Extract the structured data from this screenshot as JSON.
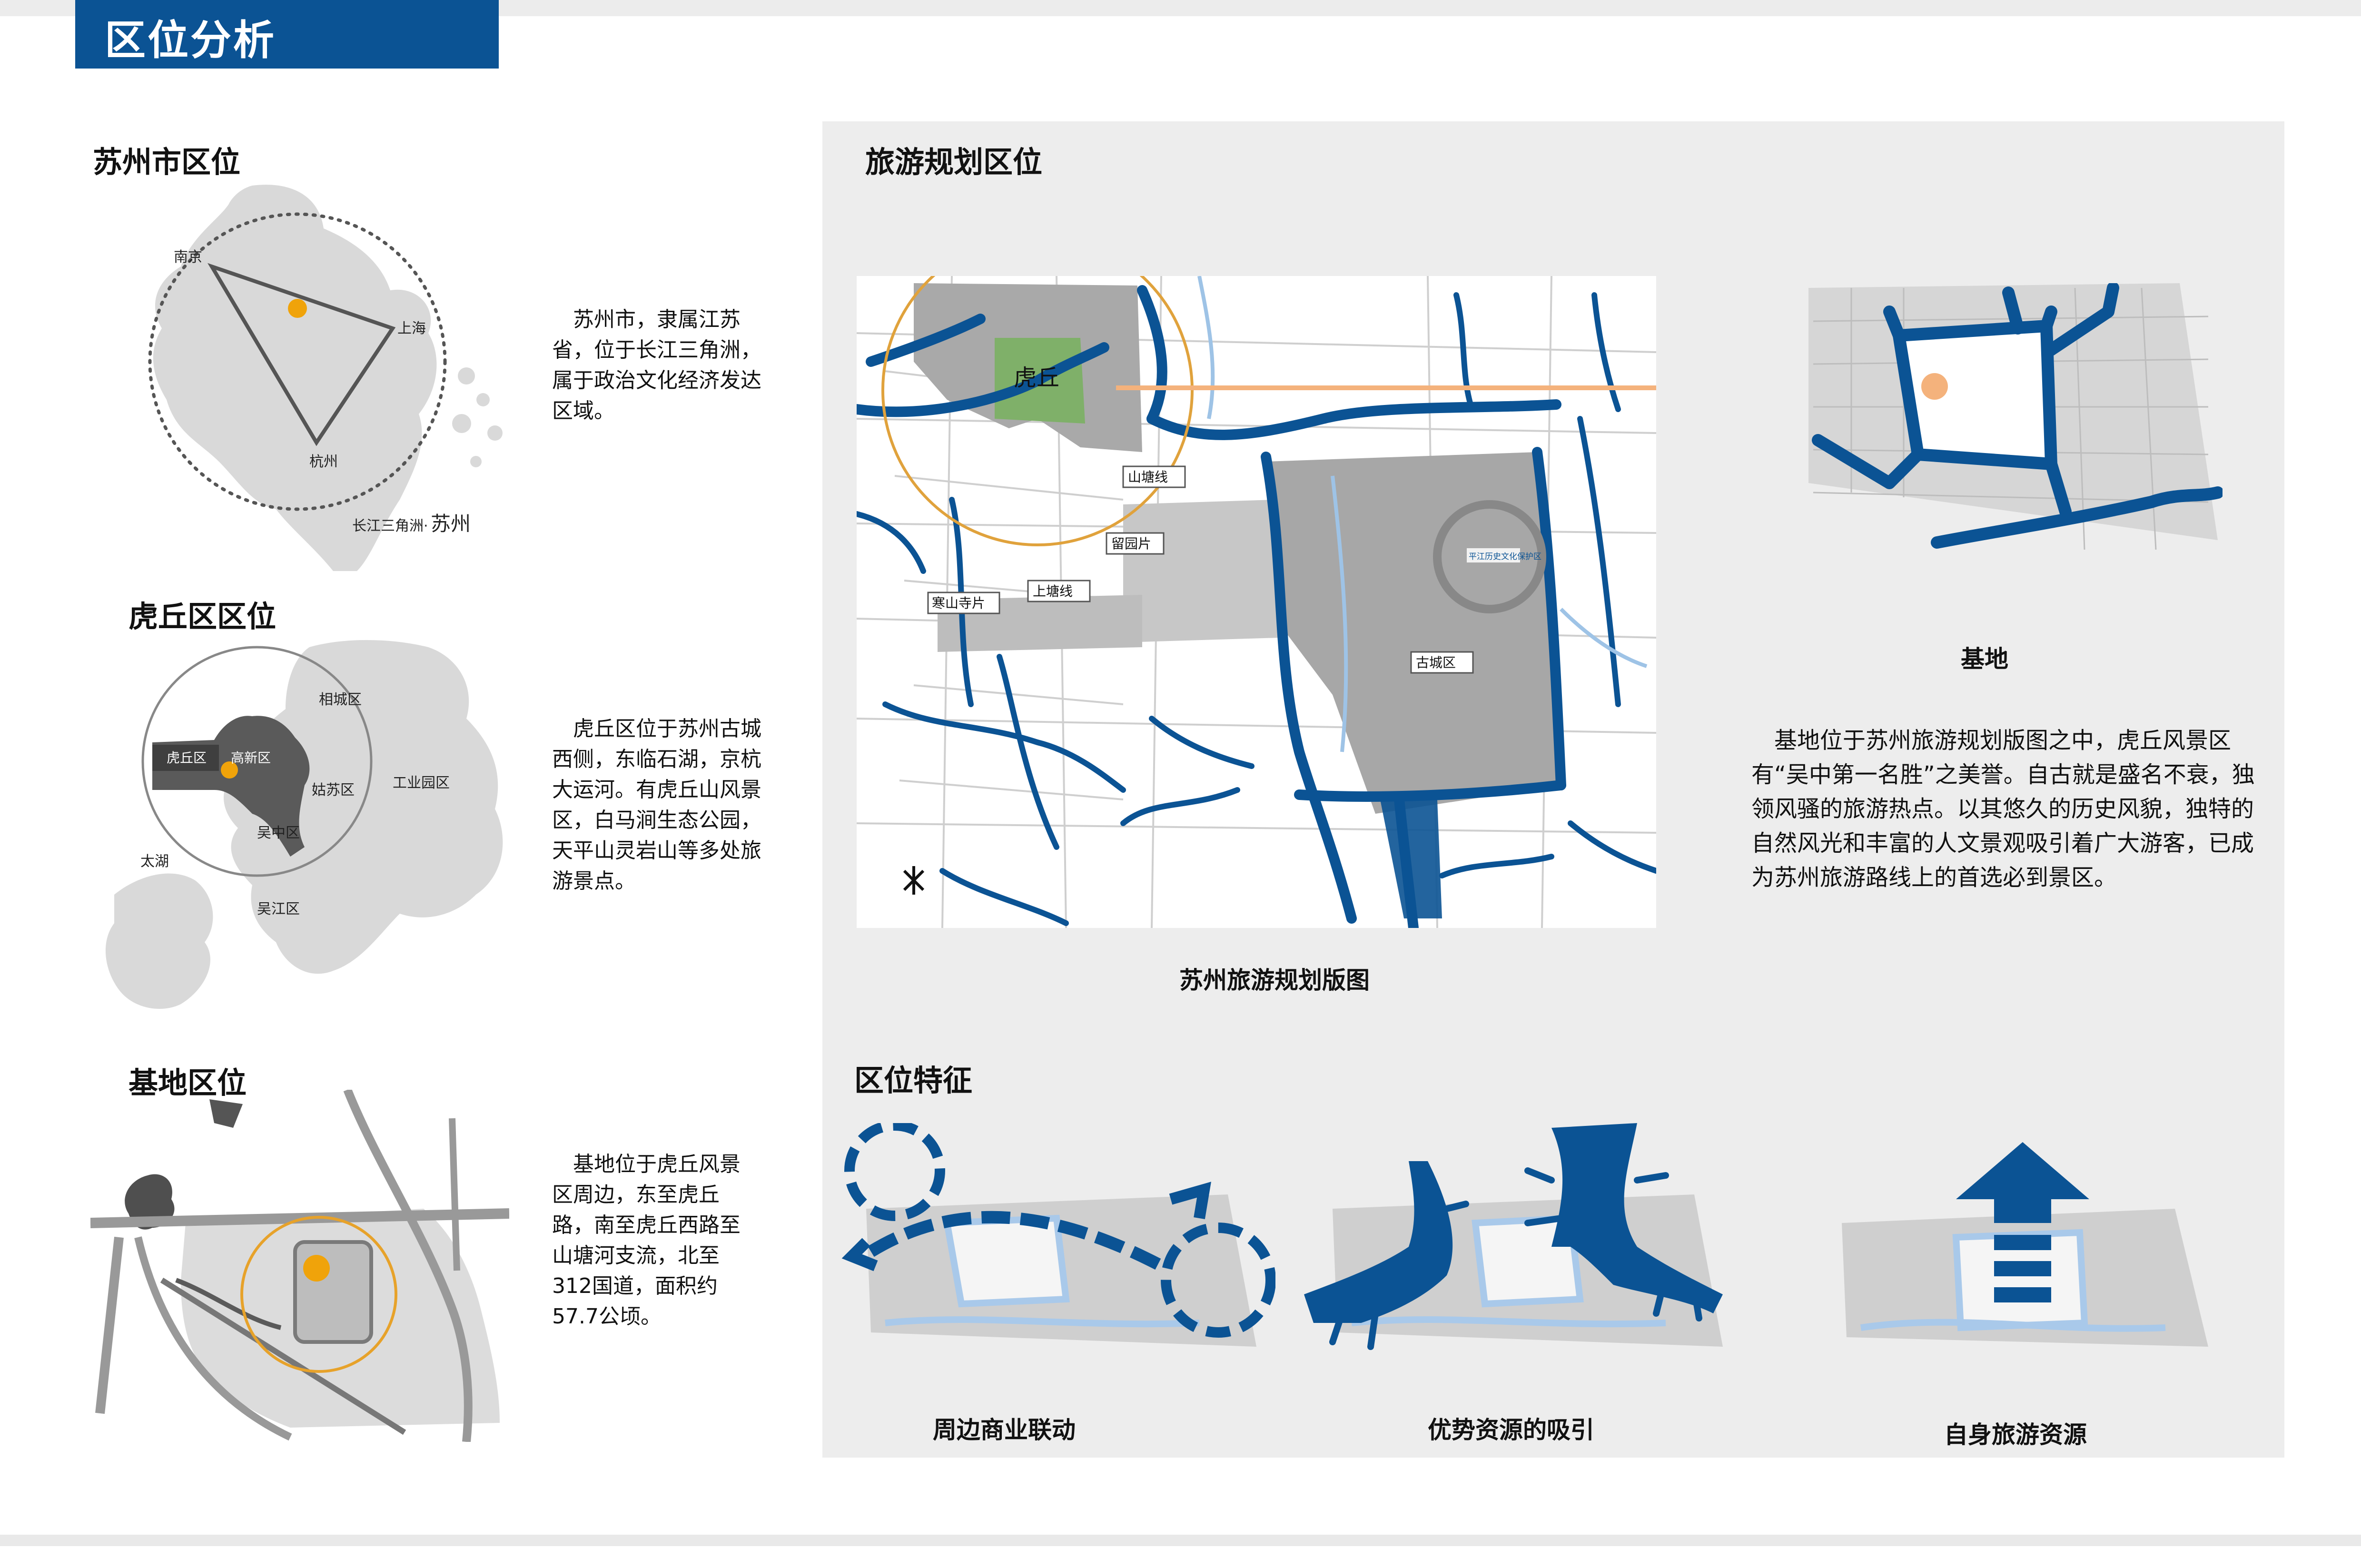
{
  "header": {
    "title": "区位分析"
  },
  "left": {
    "suzhou": {
      "heading": "苏州市区位",
      "paragraph": "　苏州市，隶属江苏省，位于长江三角洲，属于政治文化经济发达区域。",
      "labels": {
        "nanjing": "南京",
        "shanghai": "上海",
        "hangzhou": "杭州",
        "delta": "长江三角洲·",
        "city": "苏州"
      }
    },
    "huqiu": {
      "heading": "虎丘区区位",
      "paragraph": "　虎丘区位于苏州古城西侧，东临石湖，京杭大运河。有虎丘山风景区，白马涧生态公园，天平山灵岩山等多处旅游景点。",
      "labels": {
        "xiangcheng": "相城区",
        "huqiu": "虎丘区",
        "gaoxin": "高新区",
        "gusu": "姑苏区",
        "gongye": "工业园区",
        "wuzhong": "吴中区",
        "taihu": "太湖",
        "wujiang": "吴江区"
      }
    },
    "site": {
      "heading": "基地区位",
      "paragraph": "　基地位于虎丘风景区周边，东至虎丘路，南至虎丘西路至山塘河支流，北至312国道，面积约57.7公顷。"
    }
  },
  "right": {
    "tourism": {
      "heading": "旅游规划区位",
      "map_caption": "苏州旅游规划版图",
      "site_caption": "基地",
      "paragraph": "　基地位于苏州旅游规划版图之中，虎丘风景区有“吴中第一名胜”之美誉。自古就是盛名不衰，独领风骚的旅游热点。以其悠久的历史风貌，独特的自然风光和丰富的人文景观吸引着广大游客，已成为苏州旅游路线上的首选必到景区。",
      "map_labels": {
        "huqiu": "虎丘",
        "shantang": "山塘线",
        "liuyuan": "留园片",
        "shangtang": "上塘线",
        "hanshan": "寒山寺片",
        "gucheng": "古城区",
        "reserve": "平江历史文化保护区"
      }
    },
    "features": {
      "heading": "区位特征",
      "items": [
        {
          "label": "周边商业联动"
        },
        {
          "label": "优势资源的吸引"
        },
        {
          "label": "自身旅游资源"
        }
      ]
    }
  },
  "colors": {
    "accent": "#0b5394",
    "orange": "#f0a30a",
    "green": "#7fb069",
    "panel": "#ededed"
  }
}
